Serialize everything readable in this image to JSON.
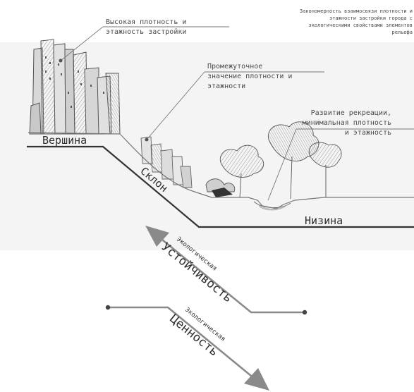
{
  "top_note": [
    "Закономерность взаимосвязи плотности и",
    "этажности застройки города с",
    "экологическими свойствами элементов",
    "рельефа"
  ],
  "annotations": {
    "high": [
      "Высокая плотность и",
      "этажность застройки"
    ],
    "mid": [
      "Промежуточное",
      "значение плотности и",
      "этажности"
    ],
    "low": [
      "Развитие рекреации,",
      "минимальная плотность",
      "и этажность"
    ]
  },
  "terrain": {
    "peak": "Вершина",
    "slope": "Склон",
    "lowland": "Низина"
  },
  "axes": {
    "stability_small": "Экологическая",
    "stability_big": "Устойчивость",
    "value_small": "Экологическая",
    "value_big": "Ценность"
  },
  "colors": {
    "line": "#3a3a3a",
    "arrow": "#7a7a7a",
    "sketch": "#555555"
  }
}
